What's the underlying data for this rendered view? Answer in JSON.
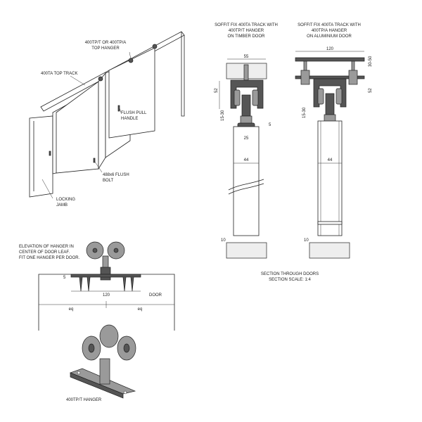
{
  "perspective": {
    "hanger_label": [
      "400TP/T OR 400TP/A",
      "TOP HANGER"
    ],
    "track_label": "400TA TOP TRACK",
    "handle_label": [
      "FLUSH PULL",
      "HANDLE"
    ],
    "bolt_label": [
      "488x6 FLUSH",
      "BOLT"
    ],
    "jamb_label": [
      "LOCKING",
      "JAMB"
    ]
  },
  "timber_section": {
    "title": [
      "SOFFIT FIX 400TA TRACK WITH",
      "400TP/T HANGER",
      "ON TIMBER DOOR"
    ],
    "dims": {
      "width": "55",
      "height": "52",
      "gap": "15-30",
      "clearance": "5",
      "stem": "25",
      "door": "44",
      "floor": "10"
    }
  },
  "aluminium_section": {
    "title": [
      "SOFFIT FIX 400TA TRACK WITH",
      "400TP/A HANGER",
      "ON ALUMINIUM DOOR"
    ],
    "dims": {
      "width": "120",
      "bracket": "30-50",
      "height": "52",
      "gap": "15-30",
      "door": "44",
      "floor": "10"
    }
  },
  "section_caption": [
    "SECTION THROUGH DOORS",
    "SECTION SCALE: 1:4"
  ],
  "elevation": {
    "note": [
      "ELEVATION OF HANGER IN",
      "CENTER OF DOOR LEAF.",
      "FIT ONE HANGER PER DOOR."
    ],
    "plate_width": "120",
    "door_label": "DOOR",
    "eq_left": "eq",
    "eq_right": "eq",
    "plate_thk": "5"
  },
  "hanger_caption": "400TP/T HANGER"
}
